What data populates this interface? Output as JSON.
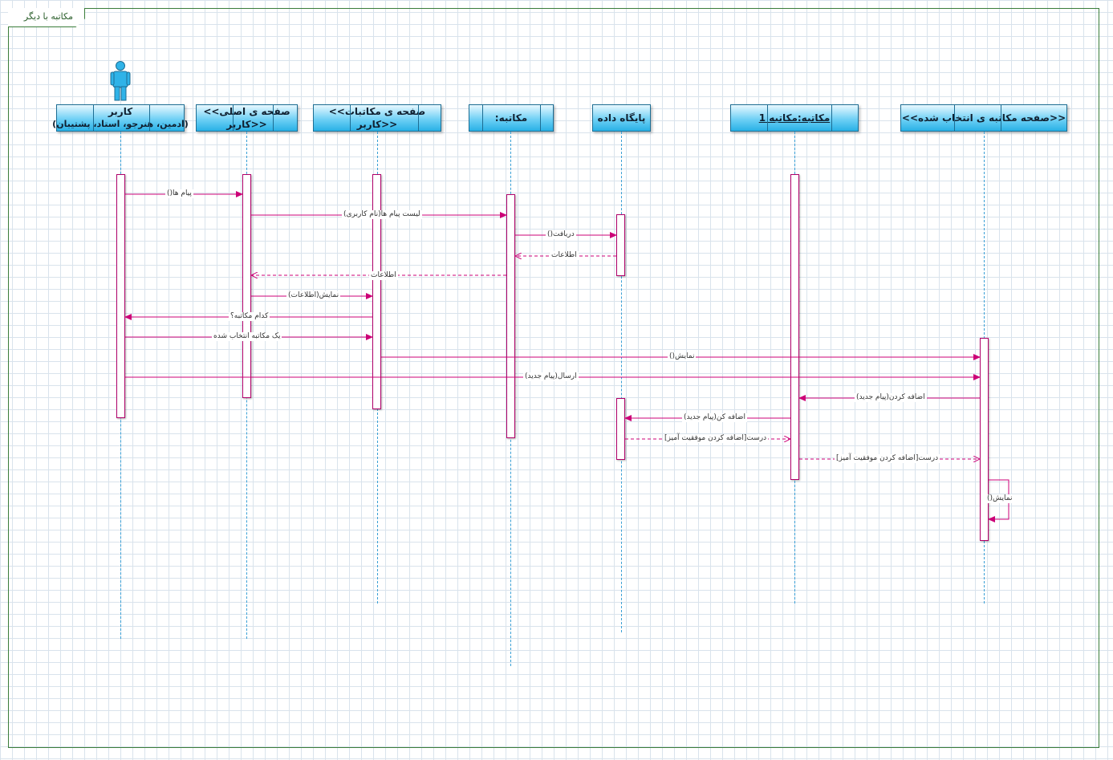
{
  "diagram": {
    "frame_title": "مکاتبه با دیگر کاربران",
    "actor": {
      "icon": "user-icon",
      "name": "کاربر",
      "roles": "(ادمین، هنرجو، استاد، پشتیبان)"
    },
    "objects": {
      "main_page_l1": "صفحه ی اصلی>>",
      "main_page_l2": "<<کاربر",
      "mail_page_l1": "صفحه ی مکاتبات>>",
      "mail_page_l2": "<<کاربر",
      "correspondence": "مکاتبه:",
      "database": "پایگاه داده",
      "correspondence1": "مکاتبه:مکاتبه 1",
      "selected_page": "<<صفحه مکاتبه ی انتخاب شده>>"
    },
    "messages": {
      "m1": "پیام ها()",
      "m2": "لیست پیام ها(نام کاربری)",
      "m3": "دریافت()",
      "m4": "اطلاعات",
      "m5": "اطلاعات",
      "m6": "نمایش(اطلاعات)",
      "m7": "کدام مکاتبه؟",
      "m8": "یک مکاتبه انتخاب شده",
      "m9": "نمایش()",
      "m10": "ارسال(پیام جدید)",
      "m11": "اضافه کردن(پیام جدید)",
      "m12": "اضافه کن(پیام جدید)",
      "m13": "درست[اضافه کردن موفقیت آمیز]",
      "m14": "درست[اضافه کردن موفقیت آمیز]",
      "m15": "نمایش()"
    },
    "colors": {
      "message": "#cc0077",
      "lifeline": "#3aa0d6",
      "frame": "#3a7d3a"
    }
  }
}
